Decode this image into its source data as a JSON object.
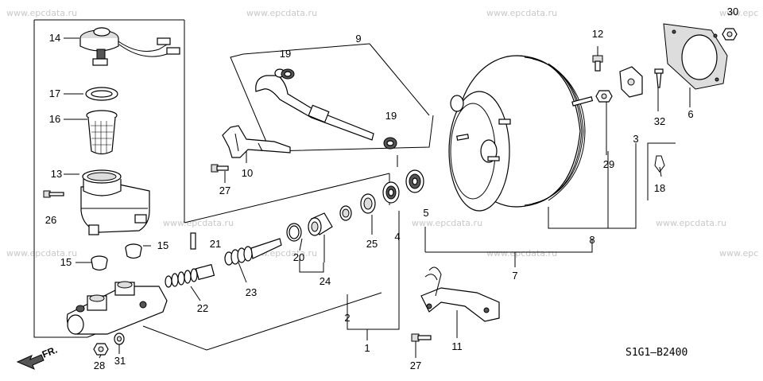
{
  "watermark": "www.epcdata.ru",
  "watermark_edge": "www.epc",
  "front_label": "FR.",
  "diagram_code": "S1G1—B2400",
  "callouts": {
    "c1": "1",
    "c2": "2",
    "c3": "3",
    "c4": "4",
    "c5": "5",
    "c6": "6",
    "c7": "7",
    "c8": "8",
    "c9": "9",
    "c10": "10",
    "c11": "11",
    "c12": "12",
    "c13": "13",
    "c14": "14",
    "c15": "15",
    "c16": "16",
    "c17": "17",
    "c18": "18",
    "c19": "19",
    "c20": "20",
    "c21": "21",
    "c22": "22",
    "c23": "23",
    "c24": "24",
    "c25": "25",
    "c26": "26",
    "c27": "27",
    "c28": "28",
    "c29": "29",
    "c30": "30",
    "c31": "31",
    "c32": "32"
  }
}
